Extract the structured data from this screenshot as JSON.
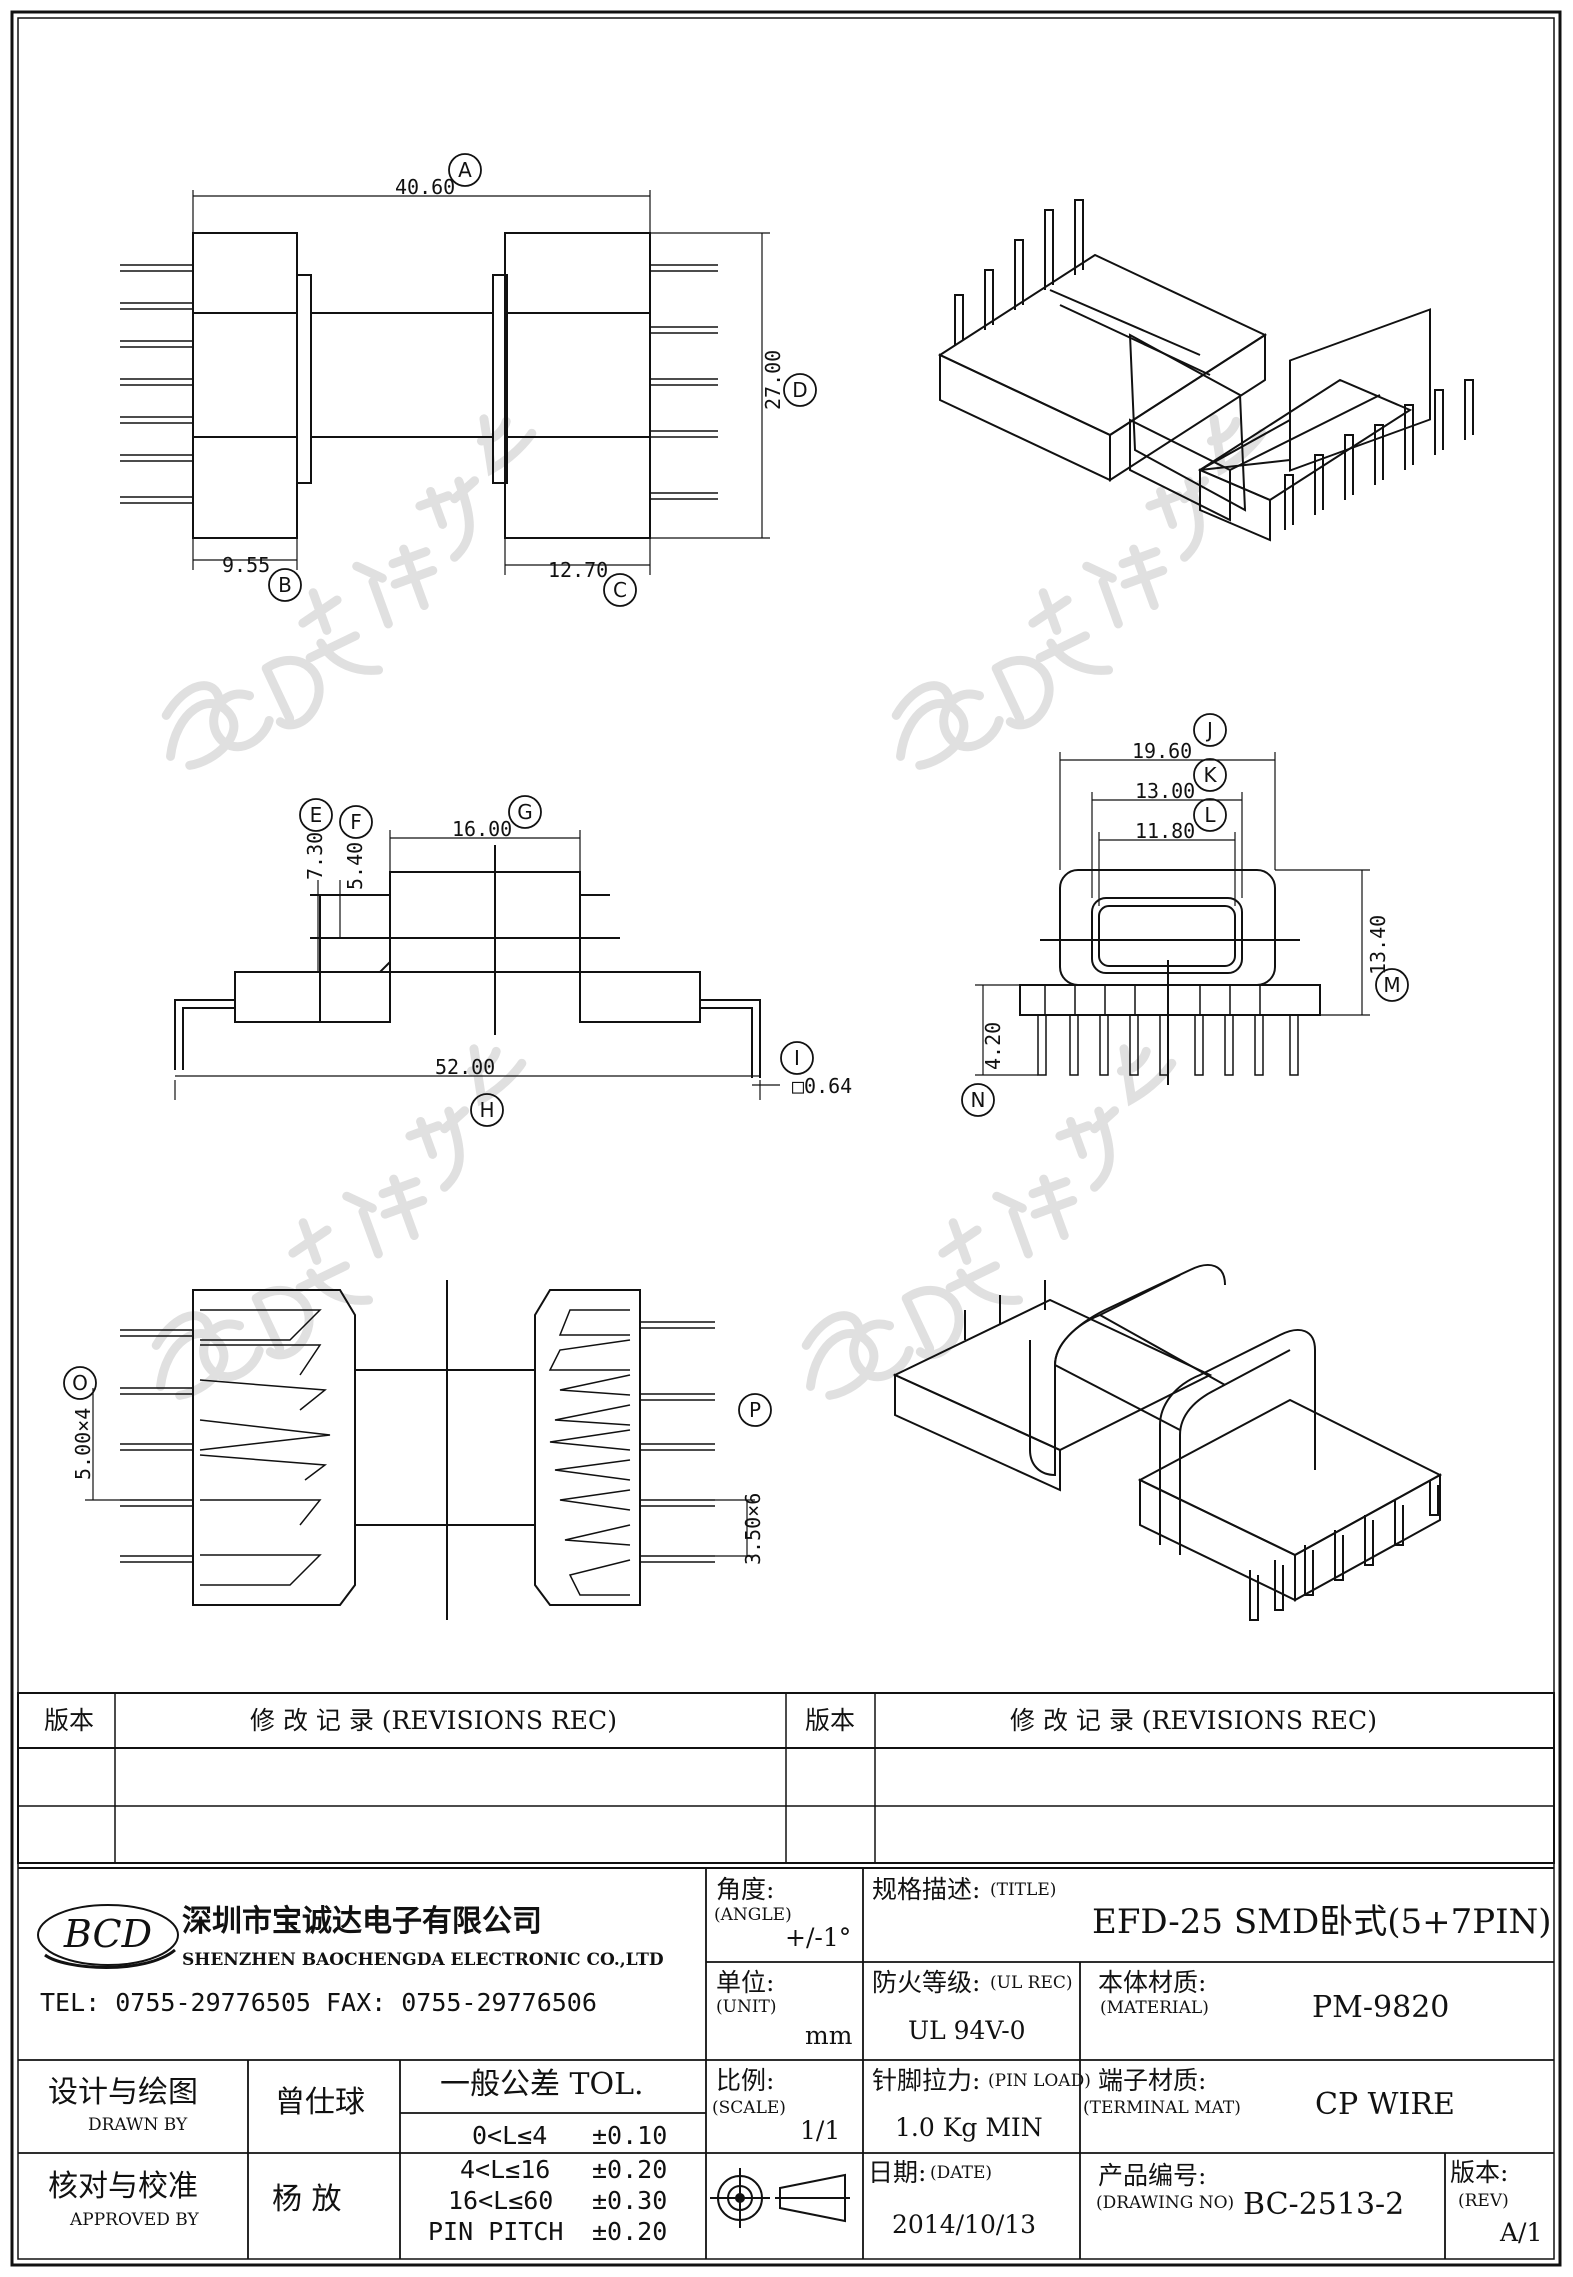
{
  "dimensions": {
    "A": {
      "letter": "A",
      "value": "40.60"
    },
    "B": {
      "letter": "B",
      "value": "9.55"
    },
    "C": {
      "letter": "C",
      "value": "12.70"
    },
    "D": {
      "letter": "D",
      "value": "27.00"
    },
    "E": {
      "letter": "E",
      "value": "7.30"
    },
    "F": {
      "letter": "F",
      "value": "5.40"
    },
    "G": {
      "letter": "G",
      "value": "16.00"
    },
    "H": {
      "letter": "H",
      "value": "52.00"
    },
    "I": {
      "letter": "I",
      "value": "□0.64"
    },
    "J": {
      "letter": "J",
      "value": "19.60"
    },
    "K": {
      "letter": "K",
      "value": "13.00"
    },
    "L": {
      "letter": "L",
      "value": "11.80"
    },
    "M": {
      "letter": "M",
      "value": "13.40"
    },
    "N": {
      "letter": "N",
      "value": "4.20"
    },
    "O": {
      "letter": "O",
      "value": "5.00×4"
    },
    "P": {
      "letter": "P",
      "value": "3.50×6"
    }
  },
  "revisions": {
    "rev_label": "版本",
    "rec_label": "修 改 记 录  (REVISIONS REC)"
  },
  "company": {
    "logo_text": "BCD",
    "name_cn": "深圳市宝诚达电子有限公司",
    "name_en": "SHENZHEN BAOCHENGDA ELECTRONIC CO.,LTD",
    "tel": "TEL: 0755-29776505  FAX: 0755-29776506"
  },
  "title_block": {
    "angle_label": "角度:",
    "angle_sub": "(ANGLE)",
    "angle_value": "+/-1°",
    "title_label": "规格描述:",
    "title_sub": "(TITLE)",
    "title_value": "EFD-25 SMD卧式(5+7PIN)",
    "unit_label": "单位:",
    "unit_sub": "(UNIT)",
    "unit_value": "mm",
    "ul_label": "防火等级:",
    "ul_sub": "(UL REC)",
    "ul_value": "UL 94V-0",
    "material_label": "本体材质:",
    "material_sub": "(MATERIAL)",
    "material_value": "PM-9820",
    "drawn_label": "设计与绘图",
    "drawn_sub": "DRAWN BY",
    "drawn_value": "曾仕球",
    "tol_label": "一般公差 TOL.",
    "tol_rows": [
      {
        "range": "0<L≤4",
        "value": "±0.10"
      },
      {
        "range": "4<L≤16",
        "value": "±0.20"
      },
      {
        "range": "16<L≤60",
        "value": "±0.30"
      },
      {
        "range": "PIN PITCH",
        "value": "±0.20"
      }
    ],
    "scale_label": "比例:",
    "scale_sub": "(SCALE)",
    "scale_value": "1/1",
    "pinload_label": "针脚拉力:",
    "pinload_sub": "(PIN LOAD)",
    "pinload_value": "1.0 Kg MIN",
    "terminal_label": "端子材质:",
    "terminal_sub": "(TERMINAL MAT)",
    "terminal_value": "CP WIRE",
    "approved_label": "核对与校准",
    "approved_sub": "APPROVED BY",
    "approved_value": "杨  放",
    "date_label": "日期:",
    "date_sub": "(DATE)",
    "date_value": "2014/10/13",
    "drawing_label": "产品编号:",
    "drawing_sub": "(DRAWING NO)",
    "drawing_value": "BC-2513-2",
    "rev_label": "版本:",
    "rev_sub": "(REV)",
    "rev_value": "A/1"
  },
  "watermark_text": "BCD 宝诚达电子"
}
